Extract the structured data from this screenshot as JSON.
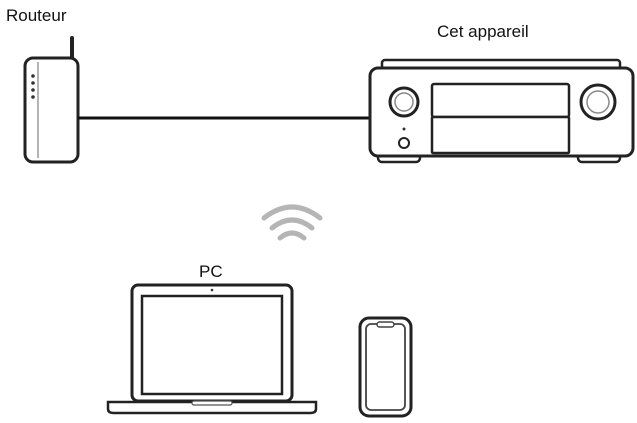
{
  "labels": {
    "router": "Routeur",
    "device": "Cet appareil",
    "pc": "PC"
  },
  "icons": {
    "router": "wifi-router-icon",
    "device": "av-receiver-icon",
    "wireless": "wifi-signal-icon",
    "pc": "laptop-icon",
    "phone": "smartphone-icon"
  },
  "colors": {
    "stroke": "#222222",
    "fill": "#ffffff",
    "cable": "#111111",
    "wifi": "#b5b5b5",
    "shadow": "#cfcfcf"
  }
}
